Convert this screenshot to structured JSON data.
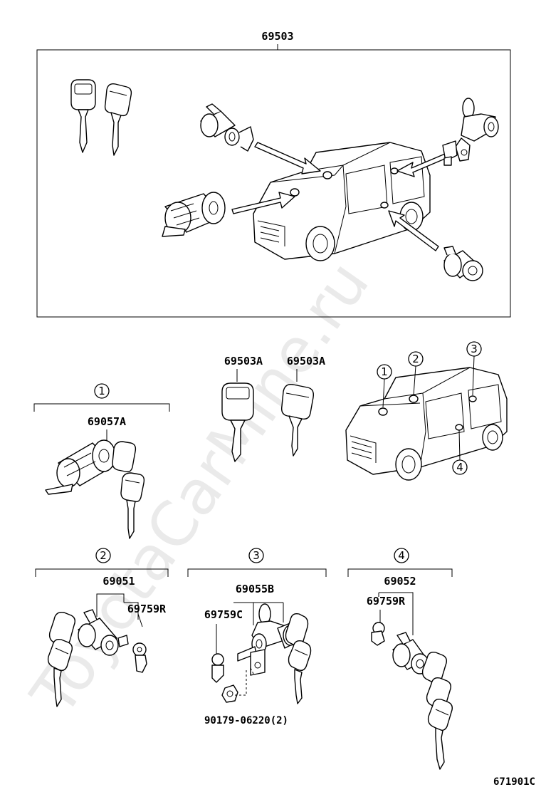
{
  "assembly": {
    "part_number": "69503"
  },
  "keys": {
    "left_label": "69503A",
    "right_label": "69503A"
  },
  "groups": [
    {
      "circle": "1",
      "part_number": "69057A"
    },
    {
      "circle": "2",
      "main_part": "69051",
      "sub_part": "69759R"
    },
    {
      "circle": "3",
      "main_part": "69055B",
      "sub_part": "69759C",
      "extra_part": "90179-06220(2)"
    },
    {
      "circle": "4",
      "main_part": "69052",
      "sub_part": "69759R"
    }
  ],
  "locator_circles": [
    "1",
    "2",
    "3",
    "4"
  ],
  "figure_code": "671901C",
  "watermark": "ToyotaCarMine.ru"
}
